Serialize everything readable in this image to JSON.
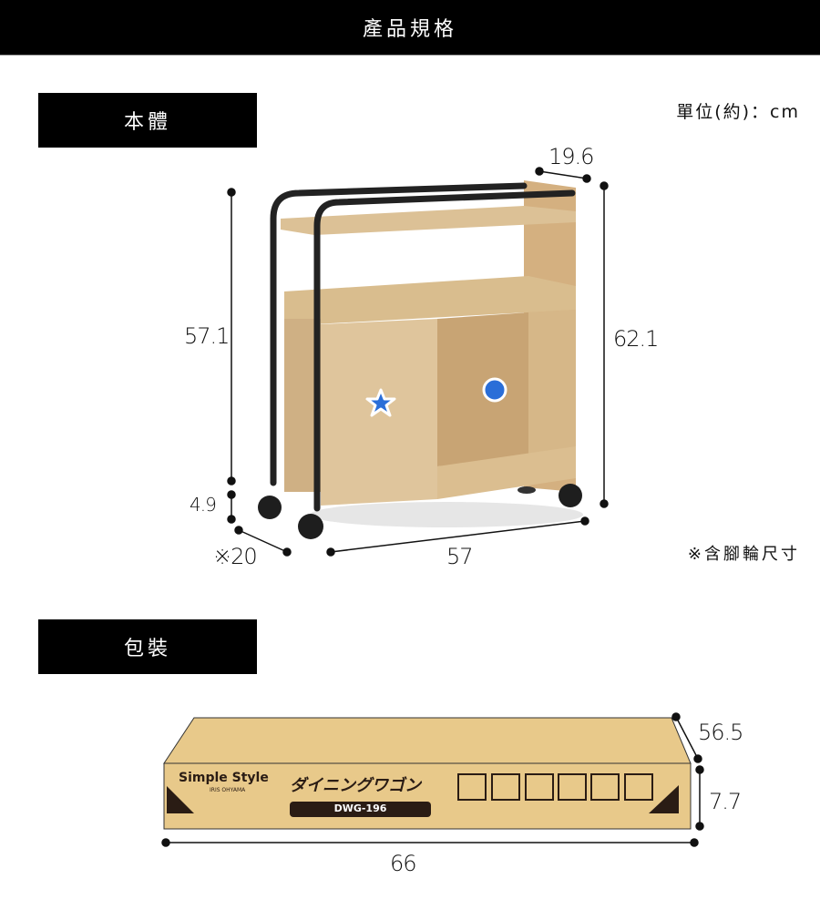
{
  "header": {
    "title": "產品規格"
  },
  "unit_label": "單位(約)：cm",
  "sections": {
    "body": {
      "label": "本體"
    },
    "package": {
      "label": "包裝"
    }
  },
  "body_dimensions": {
    "depth": "19.6",
    "height_left": "57.1",
    "height_right": "62.1",
    "caster_height": "4.9",
    "caster_depth": "※20",
    "width": "57"
  },
  "body_note": "※含腳輪尺寸",
  "markers": {
    "star_color": "#2a6ed8",
    "circle_color": "#2a6ed8"
  },
  "package_dimensions": {
    "depth": "56.5",
    "height": "7.7",
    "width": "66"
  },
  "box": {
    "brand": "Simple Style",
    "maker": "IRIS OHYAMA",
    "product_name": "ダイニングワゴン",
    "model": "DWG-196",
    "color": "#e8c98a"
  }
}
